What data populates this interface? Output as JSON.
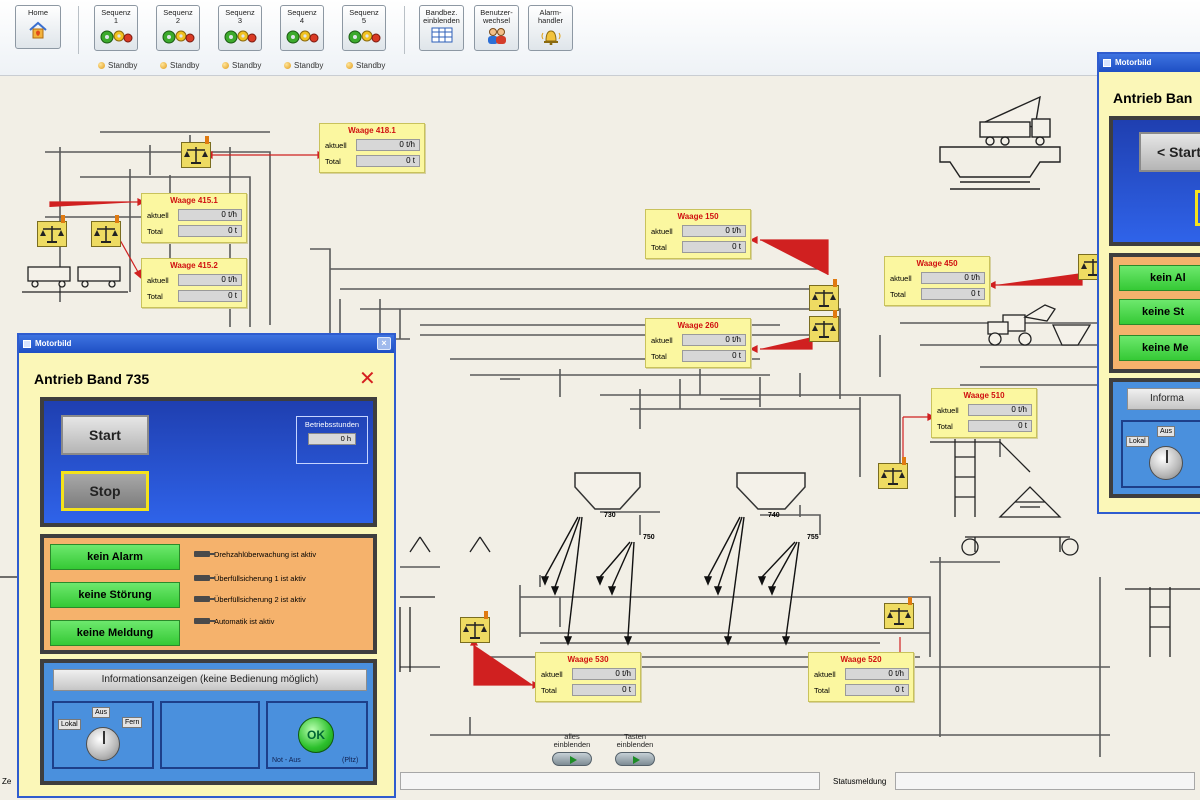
{
  "toolbar": {
    "home": "Home",
    "sequences": [
      {
        "label": "Sequenz\n1",
        "status": "Standby"
      },
      {
        "label": "Sequenz\n2",
        "status": "Standby"
      },
      {
        "label": "Sequenz\n3",
        "status": "Standby"
      },
      {
        "label": "Sequenz\n4",
        "status": "Standby"
      },
      {
        "label": "Sequenz\n5",
        "status": "Standby"
      }
    ],
    "bandbez": "Bandbez.\neinblenden",
    "benutzer": "Benutzer-\nwechsel",
    "alarm": "Alarm-\nhandler"
  },
  "labels": {
    "aktuell": "aktuell",
    "total": "Total"
  },
  "scales": [
    {
      "title": "Waage 418.1",
      "aktuell": "0 t/h",
      "total": "0 t"
    },
    {
      "title": "Waage 415.1",
      "aktuell": "0 t/h",
      "total": "0 t"
    },
    {
      "title": "Waage 415.2",
      "aktuell": "0 t/h",
      "total": "0 t"
    },
    {
      "title": "Waage 150",
      "aktuell": "0 t/h",
      "total": "0 t"
    },
    {
      "title": "Waage 260",
      "aktuell": "0 t/h",
      "total": "0 t"
    },
    {
      "title": "Waage 450",
      "aktuell": "0 t/h",
      "total": "0 t"
    },
    {
      "title": "Waage 510",
      "aktuell": "0 t/h",
      "total": "0 t"
    },
    {
      "title": "Waage 530",
      "aktuell": "0 t/h",
      "total": "0 t"
    },
    {
      "title": "Waage 520",
      "aktuell": "0 t/h",
      "total": "0 t"
    }
  ],
  "plant_labels": {
    "silo1": "730",
    "silo2": "740",
    "conv1": "750",
    "conv2": "755"
  },
  "bottom": {
    "alles": "alles\neinblenden",
    "tasten": "Tasten\neinblenden",
    "status_label": "Statusmeldung",
    "left_cut": "Ze"
  },
  "motor": {
    "window_title": "Motorbild",
    "heading": "Antrieb Band 735",
    "start": "Start",
    "stop": "Stop",
    "betrieb_label": "Betriebsstunden",
    "betrieb_value": "0 h",
    "alarm_btn": "kein Alarm",
    "stoerung_btn": "keine Störung",
    "meldung_btn": "keine Meldung",
    "indicators": [
      "Drehzahlüberwachung ist aktiv",
      "Überfüllsicherung 1 ist aktiv",
      "Überfüllsicherung 2 ist aktiv",
      "Automatik ist aktiv"
    ],
    "info_btn": "Informationsanzeigen    (keine Bedienung möglich)",
    "knob_lokal": "Lokal",
    "knob_aus": "Aus",
    "knob_fern": "Fern",
    "ok": "OK",
    "notaus": "Not - Aus",
    "platz": "(Pltz)"
  },
  "motor2": {
    "window_title": "Motorbild",
    "heading": "Antrieb Ban",
    "start": "< Start",
    "alarm_btn": "kein Al",
    "stoerung_btn": "keine St",
    "meldung_btn": "keine Me",
    "info_btn": "Informa",
    "knob_lokal": "Lokal",
    "knob_aus": "Aus"
  },
  "colors": {
    "accent_title": "#1e4fc4",
    "scale_title": "#d01010",
    "panel_yellow": "#fbf7a0",
    "status_green": "#35c935",
    "alarm_orange": "#f5b26c"
  }
}
